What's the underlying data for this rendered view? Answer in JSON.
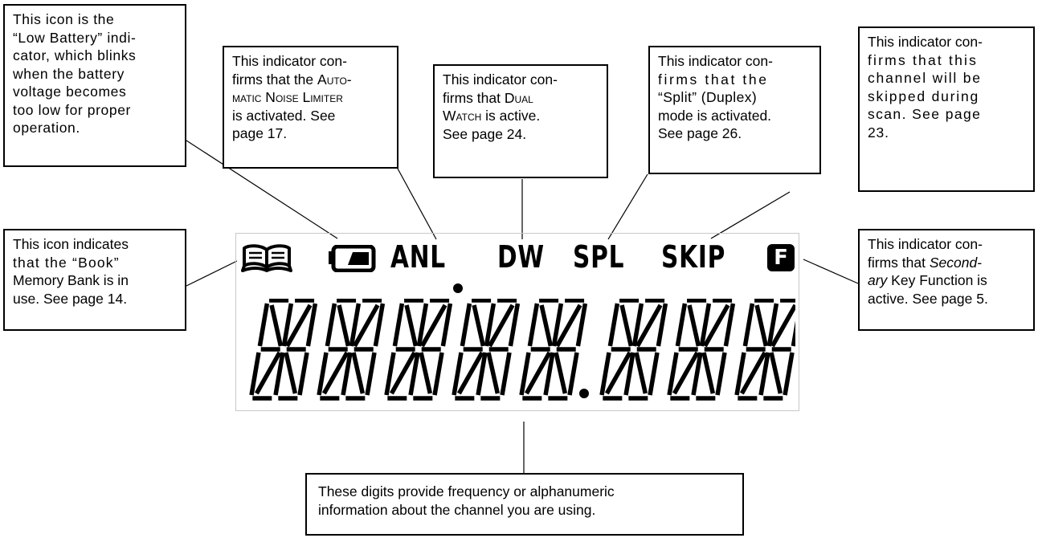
{
  "callouts": {
    "low_battery": [
      "This icon is the",
      "“Low Battery” indi-",
      "cator, which blinks",
      "when the battery",
      "voltage becomes",
      "too low for proper",
      "operation."
    ],
    "anl": {
      "l1": "This indicator con-",
      "l2": "firms that the ",
      "l2_sc": "Auto-",
      "l3_sc": "matic Noise Limiter",
      "l4": "is activated. See",
      "l5": "page 17."
    },
    "dual_watch": {
      "l1": "This indicator con-",
      "l2": "firms that ",
      "l2_sc": "Dual",
      "l3_sc": "Watch",
      "l3": " is active.",
      "l4": "See page 24."
    },
    "split": [
      "This indicator con-",
      "firms that the",
      "“Split” (Duplex)",
      "mode is activated.",
      "See page 26."
    ],
    "skip": [
      "This indicator con-",
      "firms that this",
      "channel will be",
      "skipped during",
      "scan. See page",
      "23."
    ],
    "book": [
      "This icon indicates",
      "that the “Book”",
      "Memory Bank is in",
      "use. See page 14."
    ],
    "secondary": {
      "l1": "This indicator con-",
      "l2_a": "firms that ",
      "l2_i": "Second-",
      "l3_i": "ary",
      "l3": " Key Function is",
      "l4": "active. See page 5."
    },
    "digits": [
      "These digits provide frequency or alphanumeric",
      "information about the channel you are using."
    ]
  },
  "lcd": {
    "indicators": {
      "anl": "ANL",
      "dw": "DW",
      "spl": "SPL",
      "skip": "SKIP",
      "f": "F"
    },
    "digit_count": 8,
    "icons": [
      "book-icon",
      "battery-icon",
      "f-box-icon"
    ]
  }
}
